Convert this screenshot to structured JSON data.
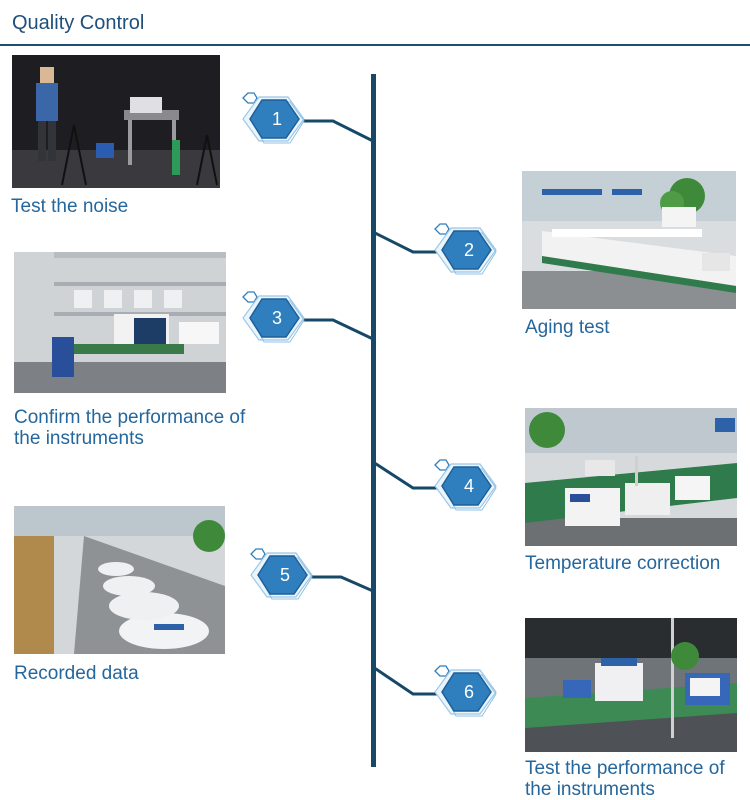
{
  "header": {
    "title": "Quality Control"
  },
  "colors": {
    "accent": "#174868",
    "caption": "#25679c",
    "marker_fill": "#2f7fbe",
    "marker_outline": "#1f5f99"
  },
  "steps": [
    {
      "number": "1",
      "caption": "Test the noise"
    },
    {
      "number": "2",
      "caption": "Aging test"
    },
    {
      "number": "3",
      "caption": "Confirm the performance of the instruments"
    },
    {
      "number": "4",
      "caption": "Temperature correction"
    },
    {
      "number": "5",
      "caption": "Recorded data"
    },
    {
      "number": "6",
      "caption": "Test the performance of the instruments"
    }
  ]
}
